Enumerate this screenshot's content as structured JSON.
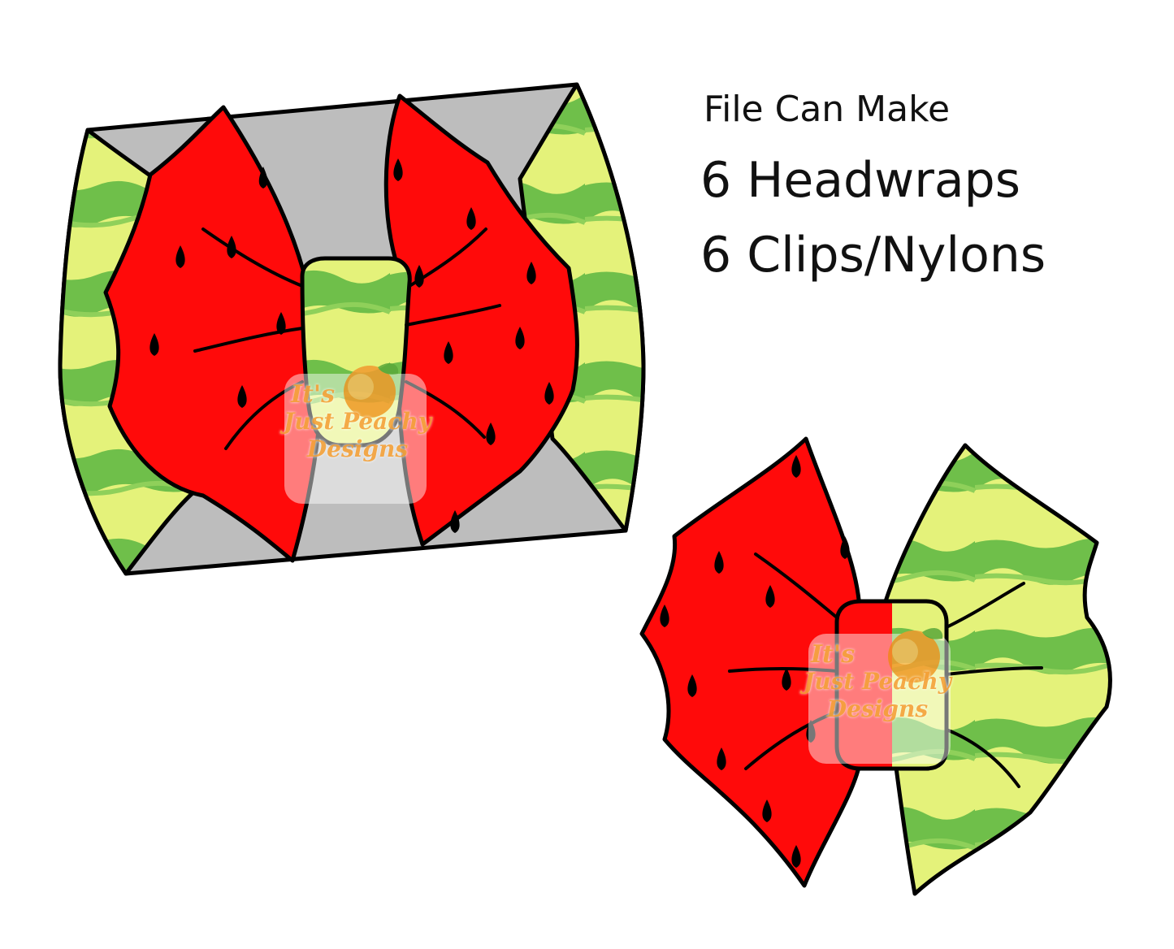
{
  "info": {
    "line1": "File Can Make",
    "line2": "6 Headwraps",
    "line3": "6 Clips/Nylons"
  },
  "watermark": {
    "line1": "It's",
    "line2": "Just Peachy",
    "line3": "Designs"
  },
  "colors": {
    "watermelon_red": "#ff0a0a",
    "rind_dark_green": "#6fbf4a",
    "rind_light": "#e4f27a",
    "band_gray": "#bdbdbd",
    "outline": "#000000",
    "peach_orange": "#f29a2e"
  },
  "icons": [
    "headwrap-bow-illustration",
    "clip-bow-illustration",
    "peach-icon",
    "watermelon-seed-icon"
  ]
}
